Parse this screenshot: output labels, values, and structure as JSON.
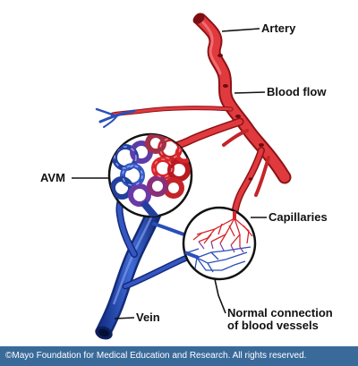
{
  "labels": {
    "artery": "Artery",
    "blood_flow": "Blood flow",
    "avm": "AVM",
    "capillaries": "Capillaries",
    "normal_connection_line1": "Normal connection",
    "normal_connection_line2": "of blood vessels",
    "vein": "Vein"
  },
  "footer": {
    "copyright": "©Mayo Foundation for Medical Education and Research.  All rights reserved."
  },
  "colors": {
    "artery": "#d8262b",
    "artery_dark": "#8e1216",
    "vein": "#2a4fb8",
    "vein_dark": "#142b78",
    "footer_bg": "#3a6a9a"
  }
}
